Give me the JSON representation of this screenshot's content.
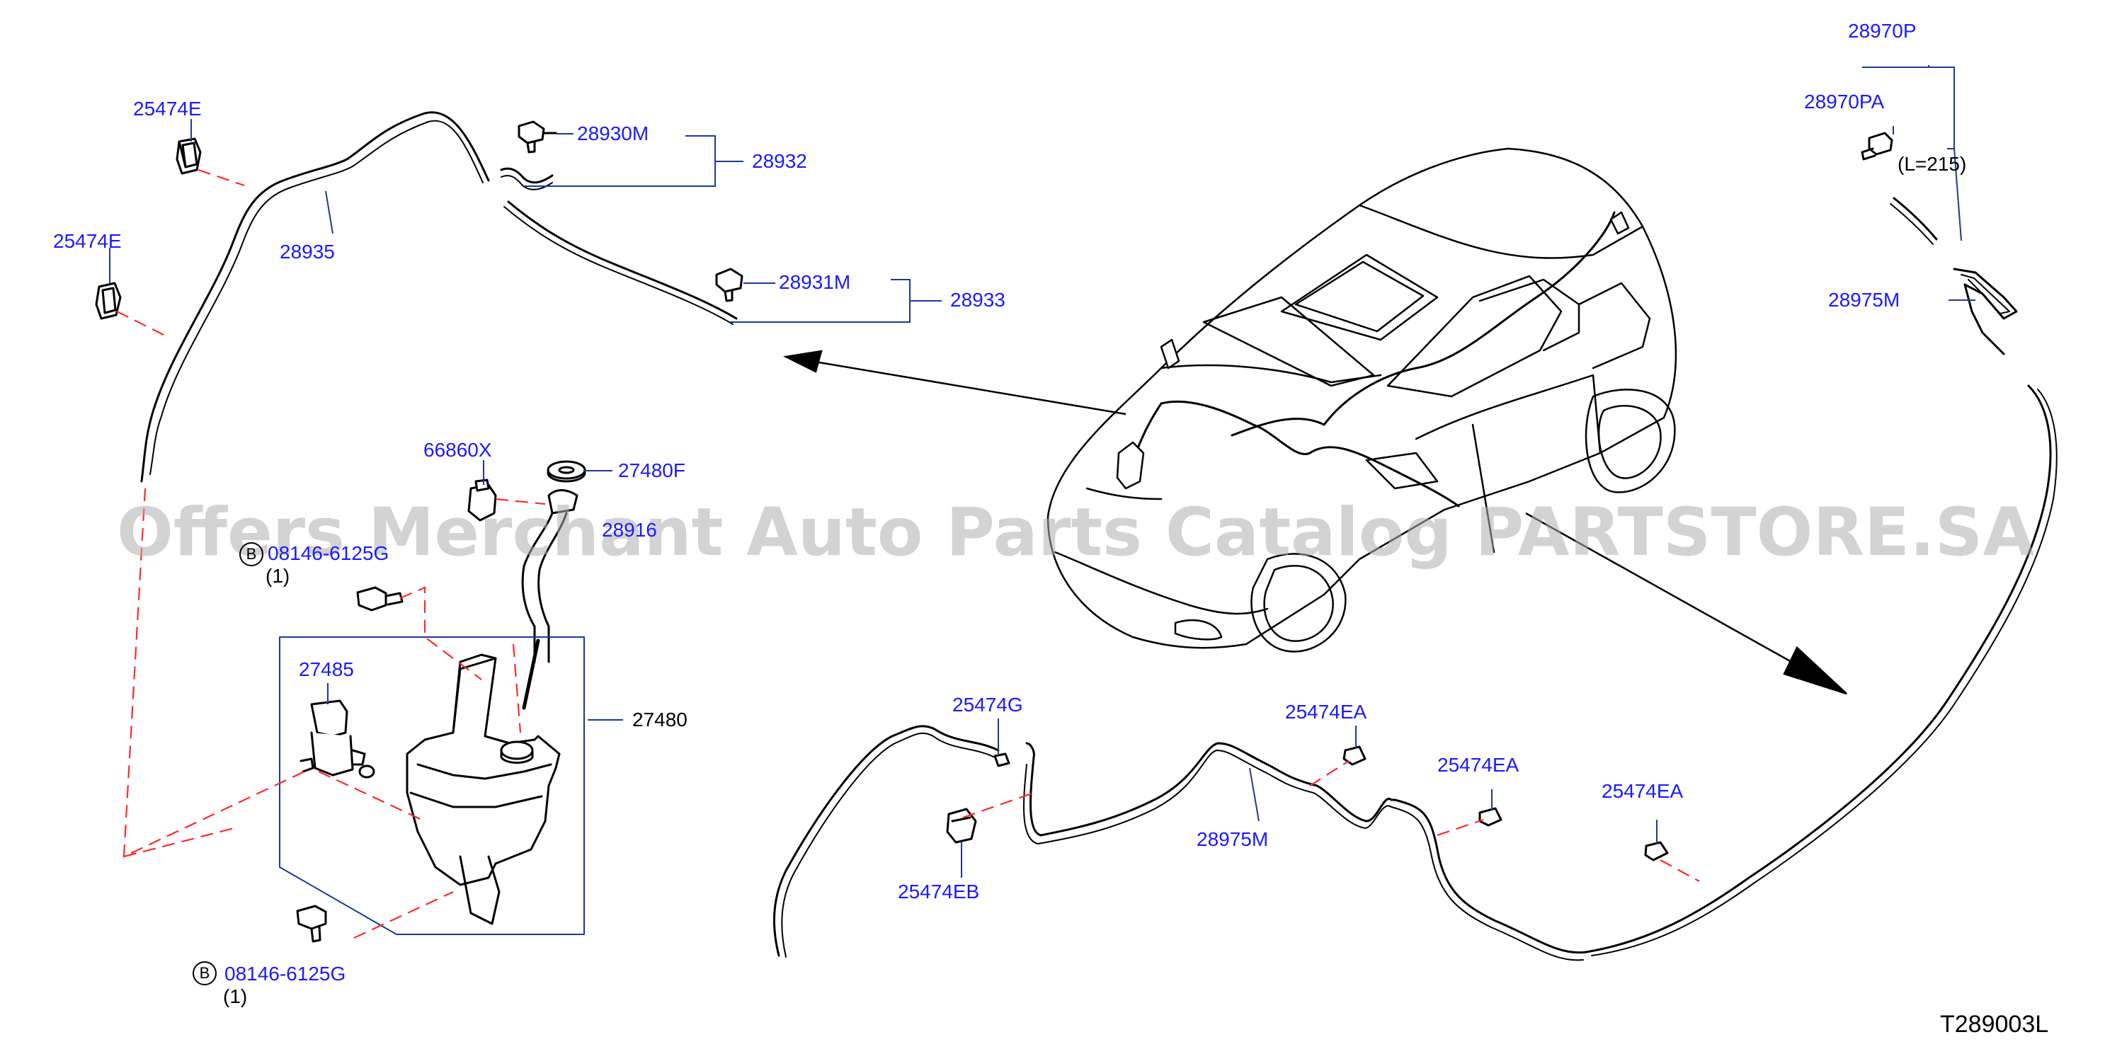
{
  "labels": {
    "p25474e_top": "25474E",
    "p25474e_left": "25474E",
    "p28935": "28935",
    "p28930m": "28930M",
    "p28932": "28932",
    "p28931m": "28931M",
    "p28933": "28933",
    "p66860x": "66860X",
    "p27480f": "27480F",
    "p28916": "28916",
    "p08146_top": "08146-6125G",
    "qty_top": "(1)",
    "p27485": "27485",
    "p27480": "27480",
    "p08146_bottom": "08146-6125G",
    "qty_bottom": "(1)",
    "p28970p": "28970P",
    "p28970pa": "28970PA",
    "length_note": "(L=215)",
    "p28975m_top": "28975M",
    "p25474g": "25474G",
    "p25474ea_1": "25474EA",
    "p25474ea_2": "25474EA",
    "p25474ea_3": "25474EA",
    "p28975m_bottom": "28975M",
    "p25474eb": "25474EB"
  },
  "bolt_marker": "B",
  "watermark": "Offers Merchant Auto Parts Catalog PARTSTORE.SA",
  "reference_code": "T289003L",
  "colors": {
    "label": "#1a1aff",
    "line": "#000000",
    "dashed": "#ff0000",
    "leader": "#1a3a9a"
  }
}
